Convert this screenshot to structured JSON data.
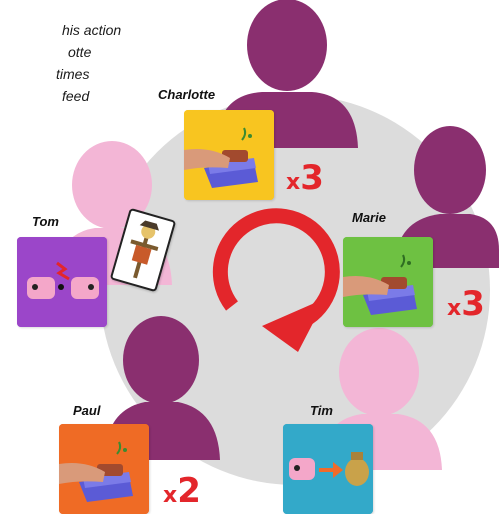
{
  "intro_lines": [
    "his action",
    "otte",
    "times",
    "feed"
  ],
  "players": {
    "charlotte": {
      "name": "Charlotte",
      "multiplier": "3",
      "action": "feed"
    },
    "marie": {
      "name": "Marie",
      "multiplier": "3",
      "action": "feed"
    },
    "paul": {
      "name": "Paul",
      "multiplier": "2",
      "action": "feed"
    },
    "tim": {
      "name": "Tim",
      "action": "pig-to-money"
    },
    "tom": {
      "name": "Tom",
      "action": "pig-fight"
    }
  },
  "multiplier_prefix": "x",
  "turn_direction": "clockwise",
  "special_card": "scarecrow",
  "colors": {
    "silhouette_dark": "#8a2f6f",
    "silhouette_light": "#f3b6d6",
    "table": "#dcdcdc",
    "arrow": "#e3262b",
    "multiplier": "#e3262b"
  }
}
